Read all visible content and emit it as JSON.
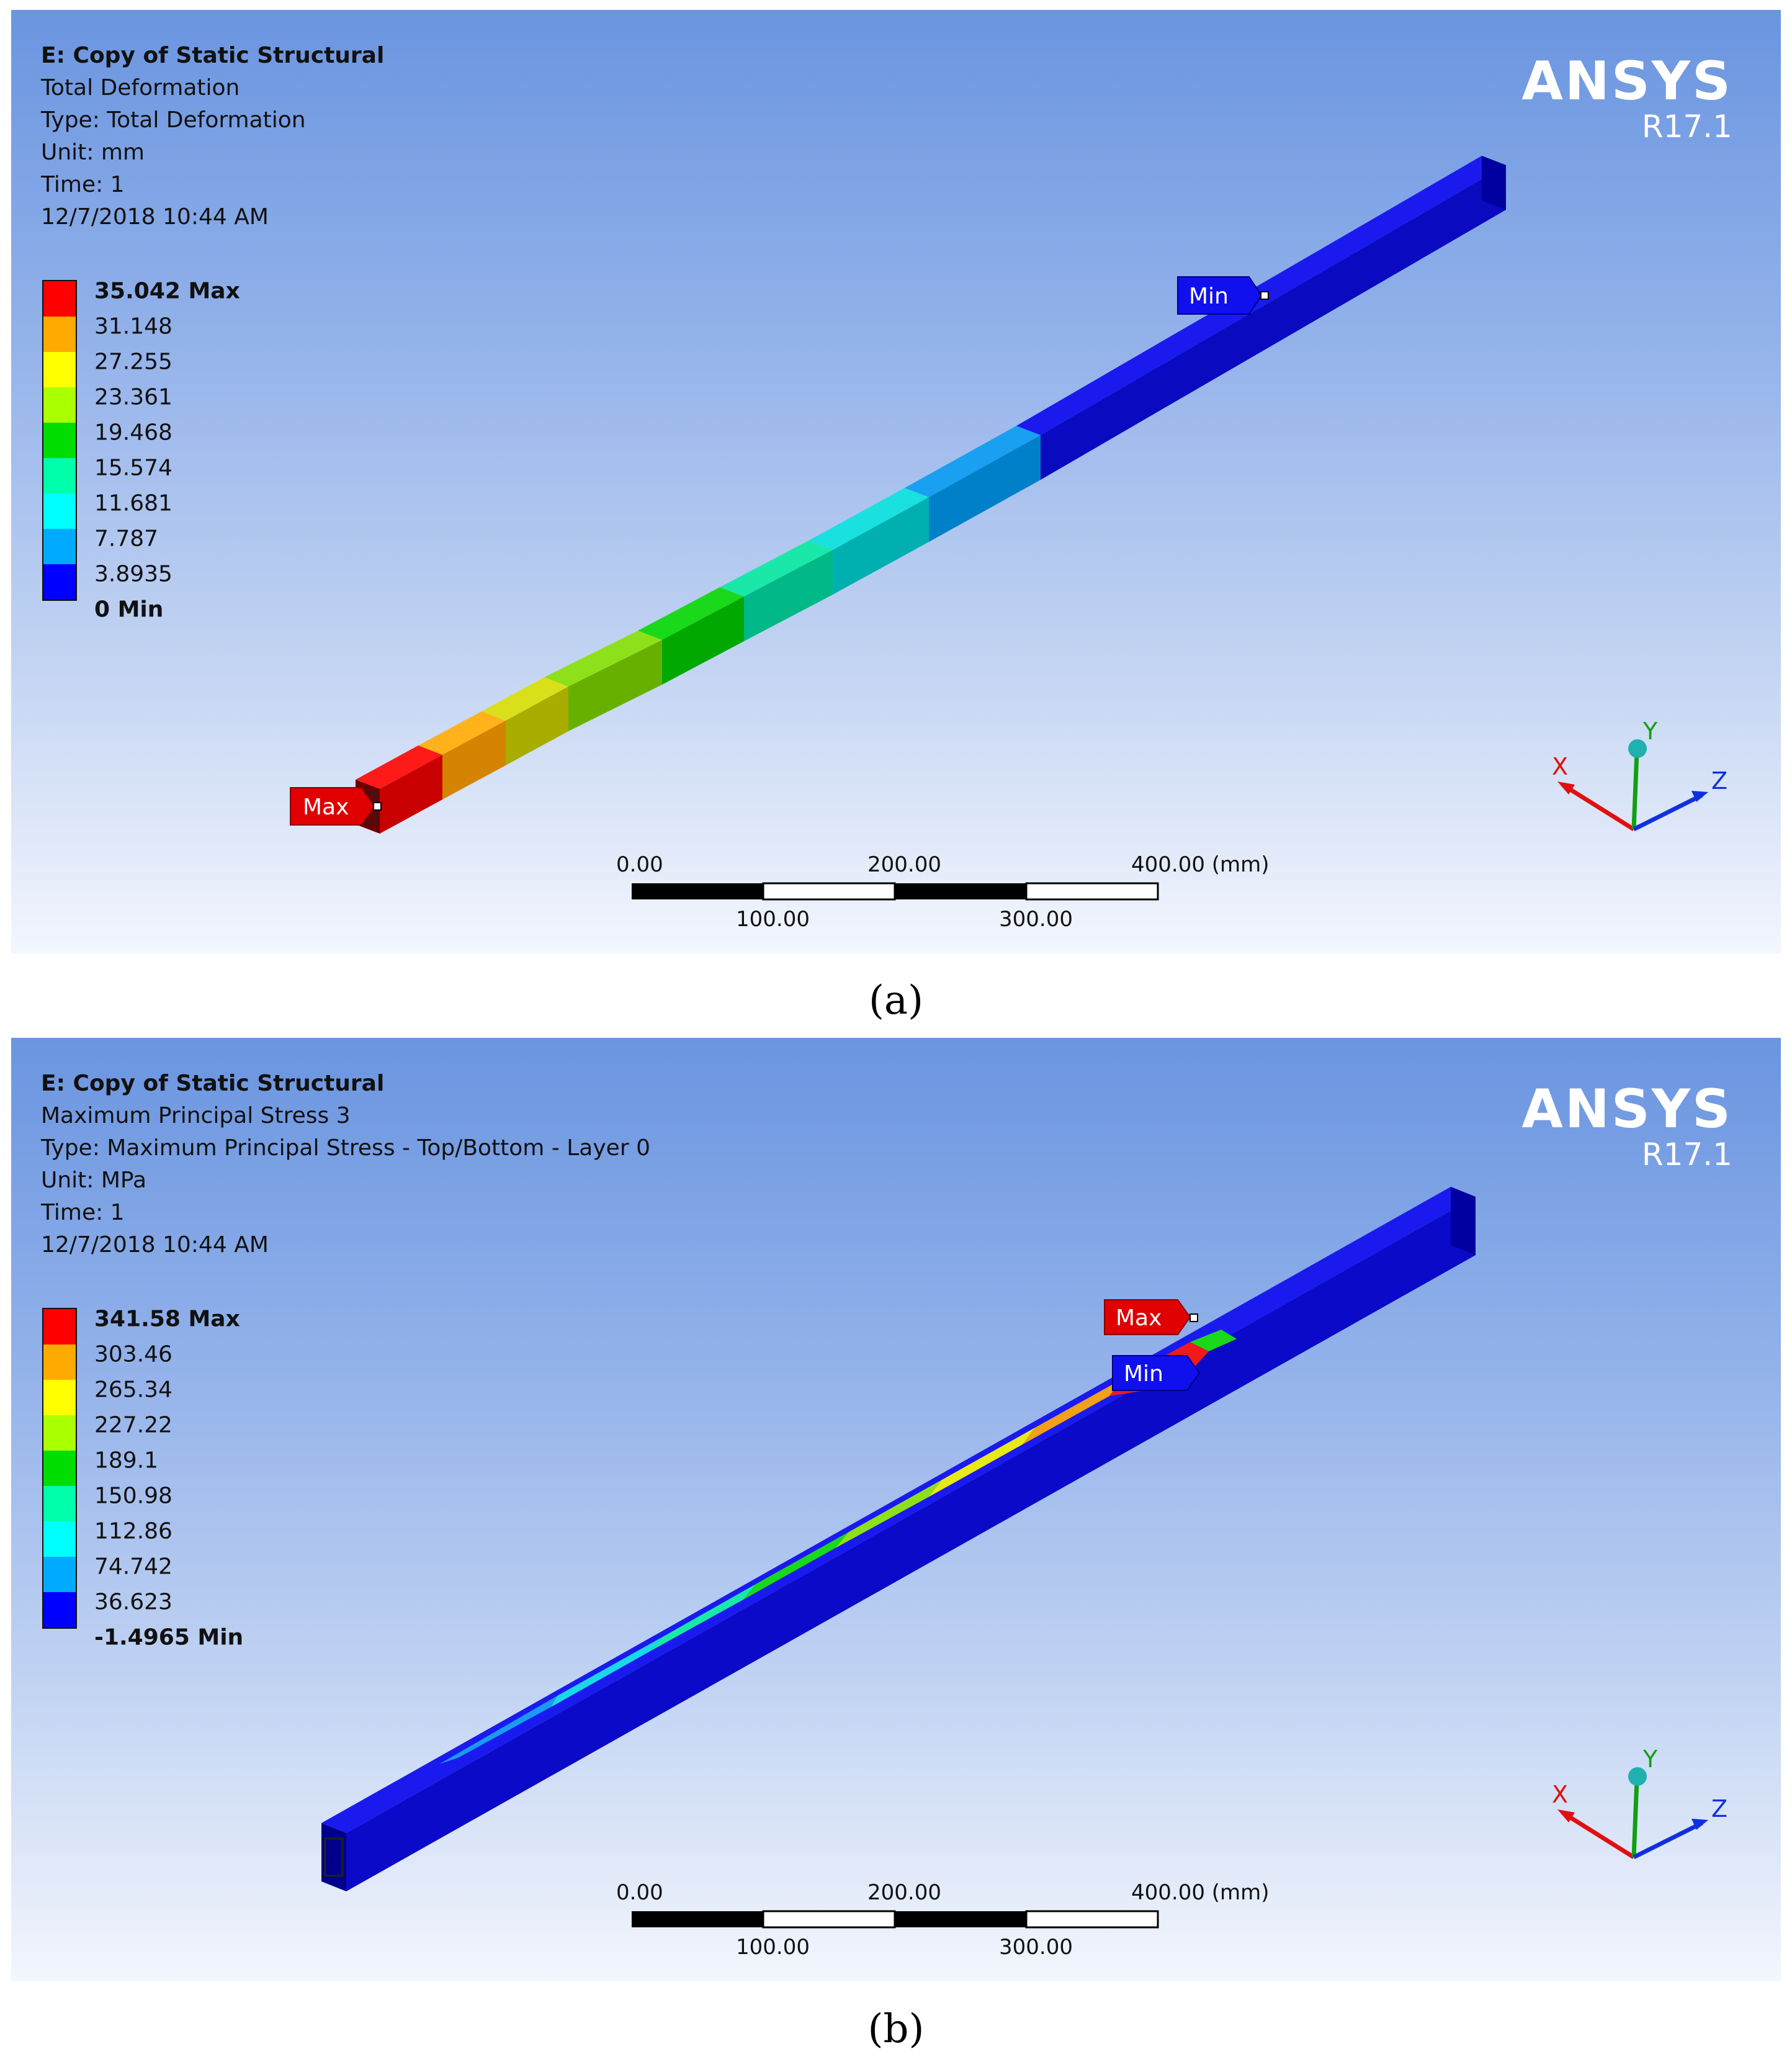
{
  "panel_a": {
    "info": {
      "title": "E: Copy of Static Structural",
      "result": "Total Deformation",
      "type": "Type: Total Deformation",
      "unit": "Unit: mm",
      "time": "Time: 1",
      "timestamp": "12/7/2018 10:44 AM"
    },
    "legend": [
      "35.042 Max",
      "31.148",
      "27.255",
      "23.361",
      "19.468",
      "15.574",
      "11.681",
      "7.787",
      "3.8935",
      "0 Min"
    ],
    "probe_max": "Max",
    "probe_min": "Min",
    "scale": {
      "t0": "0.00",
      "t200": "200.00",
      "t400": "400.00 (mm)",
      "t100": "100.00",
      "t300": "300.00"
    },
    "triad": {
      "x": "X",
      "y": "Y",
      "z": "Z"
    },
    "logo": {
      "name": "ANSYS",
      "version": "R17.1"
    },
    "caption": "(a)"
  },
  "panel_b": {
    "info": {
      "title": "E: Copy of Static Structural",
      "result": "Maximum Principal Stress 3",
      "type": "Type: Maximum Principal Stress - Top/Bottom - Layer 0",
      "unit": "Unit: MPa",
      "time": "Time: 1",
      "timestamp": "12/7/2018 10:44 AM"
    },
    "legend": [
      "341.58 Max",
      "303.46",
      "265.34",
      "227.22",
      "189.1",
      "150.98",
      "112.86",
      "74.742",
      "36.623",
      "-1.4965 Min"
    ],
    "probe_max": "Max",
    "probe_min": "Min",
    "scale": {
      "t0": "0.00",
      "t200": "200.00",
      "t400": "400.00 (mm)",
      "t100": "100.00",
      "t300": "300.00"
    },
    "triad": {
      "x": "X",
      "y": "Y",
      "z": "Z"
    },
    "logo": {
      "name": "ANSYS",
      "version": "R17.1"
    },
    "caption": "(b)"
  },
  "colors": {
    "contour": [
      "#ff0000",
      "#ffaa00",
      "#ffff00",
      "#aaff00",
      "#00dd00",
      "#00ffaa",
      "#00ffff",
      "#00aaff",
      "#0000ff"
    ],
    "probe_max": "#e00000",
    "probe_min": "#1010ee"
  }
}
